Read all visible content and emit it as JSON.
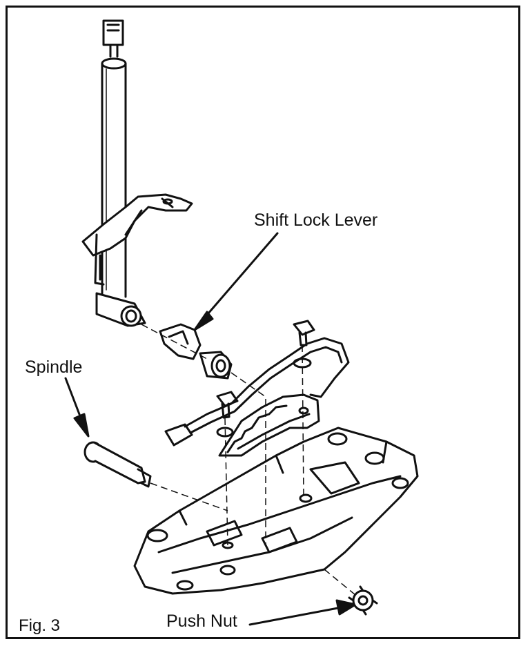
{
  "figure_number": "Fig. 3",
  "callouts": {
    "shift_lock_lever": "Shift Lock Lever",
    "spindle": "Spindle",
    "push_nut": "Push Nut"
  }
}
